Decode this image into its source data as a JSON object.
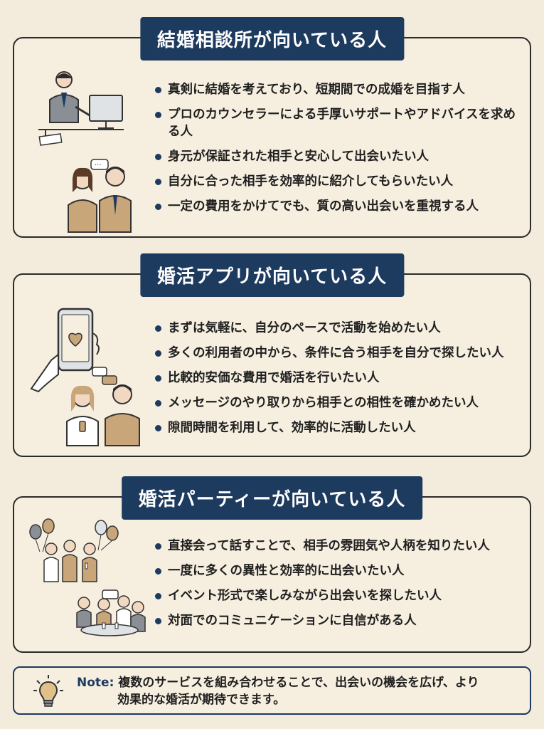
{
  "sections": [
    {
      "title": "結婚相談所が向いている人",
      "illustration": "counselor-and-couple",
      "items": [
        "真剣に結婚を考えており、短期間での成婚を目指す人",
        "プロのカウンセラーによる手厚いサポートやアドバイスを求める人",
        "身元が保証された相手と安心して出会いたい人",
        "自分に合った相手を効率的に紹介してもらいたい人",
        "一定の費用をかけてでも、質の高い出会いを重視する人"
      ]
    },
    {
      "title": "婚活アプリが向いている人",
      "illustration": "smartphone-heart-and-couple",
      "items": [
        "まずは気軽に、自分のペースで活動を始めたい人",
        "多くの利用者の中から、条件に合う相手を自分で探したい人",
        "比較的安価な費用で婚活を行いたい人",
        "メッセージのやり取りから相手との相性を確かめたい人",
        "隙間時間を利用して、効率的に活動したい人"
      ]
    },
    {
      "title": "婚活パーティーが向いている人",
      "illustration": "party-group",
      "items": [
        "直接会って話すことで、相手の雰囲気や人柄を知りたい人",
        "一度に多くの異性と効率的に出会いたい人",
        "イベント形式で楽しみながら出会いを探したい人",
        "対面でのコミュニケーションに自信がある人"
      ]
    }
  ],
  "note": {
    "icon": "lightbulb-icon",
    "label": "Note:",
    "line1": "複数のサービスを組み合わせることで、出会いの機会を広げ、より",
    "line2": "効果的な婚活が期待できます。"
  },
  "colors": {
    "background": "#f3ecdd",
    "accent": "#1d3a5f",
    "border": "#2b2b2b",
    "bullet": "#1d3a5f",
    "illustration_tan": "#c9a57a"
  }
}
